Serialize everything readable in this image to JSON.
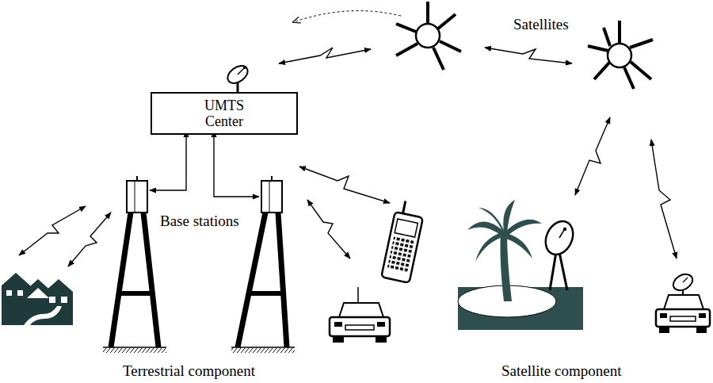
{
  "diagram": {
    "nodes": [
      {
        "text": [
          "UMTS Center"
        ]
      }
    ],
    "labels": [
      "Satellites",
      "Base stations",
      "Terrestrial component",
      "Satellite component"
    ]
  }
}
